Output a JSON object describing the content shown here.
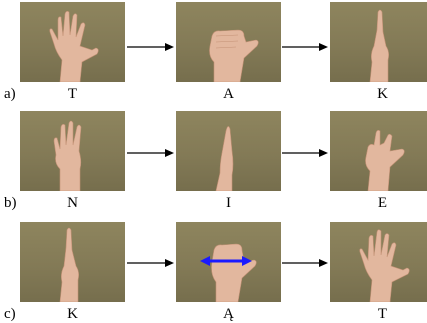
{
  "figure": {
    "rows": [
      {
        "label": "a)",
        "signs": [
          "T",
          "A",
          "K"
        ]
      },
      {
        "label": "b)",
        "signs": [
          "N",
          "I",
          "E"
        ]
      },
      {
        "label": "c)",
        "signs": [
          "K",
          "Ą",
          "T"
        ]
      }
    ]
  },
  "colors": {
    "background": "#8e855e",
    "skin": "#e2b79e",
    "arrow": "#000000",
    "motion_arrow": "#1a1aff"
  }
}
